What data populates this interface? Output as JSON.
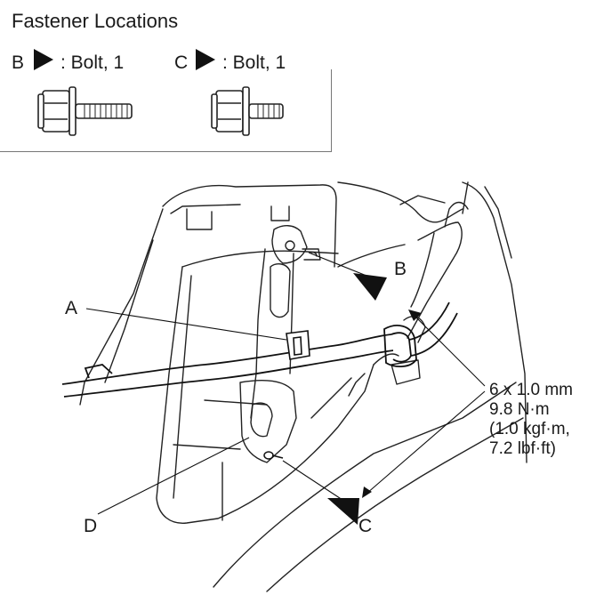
{
  "title": "Fastener Locations",
  "legend": [
    {
      "letter": "B",
      "desc": ": Bolt, 1",
      "icon": "bolt-icon"
    },
    {
      "letter": "C",
      "desc": ": Bolt, 1",
      "icon": "bolt-icon"
    }
  ],
  "callouts": {
    "a": "A",
    "b": "B",
    "c": "C",
    "d": "D"
  },
  "spec": {
    "size": "6 x 1.0 mm",
    "torque_nm": "9.8 N·m",
    "torque_kgf": "(1.0 kgf·m,",
    "torque_lbf": "7.2 lbf·ft)"
  }
}
